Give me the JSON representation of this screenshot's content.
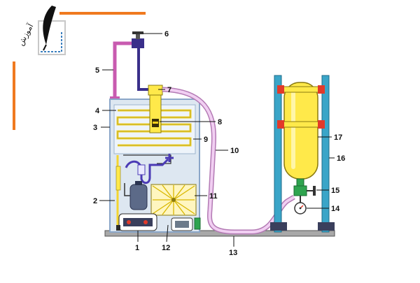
{
  "logo": {
    "text": "آموزش",
    "icon": "quill-pen-icon"
  },
  "colors": {
    "orange": "#f07a1f",
    "pipe_purple": "#c85bb0",
    "pipe_navy": "#3a2f8a",
    "hose_pink": "#e6b7e8",
    "tank_yellow": "#ffe94a",
    "stand_blue": "#3aa5c8",
    "cabinet_fill": "#e5eef6",
    "cabinet_edge": "#8aa6c8",
    "base_gray": "#a8a8a8",
    "flange_red": "#e23a2a",
    "valve_green": "#2fa44f"
  },
  "labels": [
    {
      "id": "1",
      "text": "1"
    },
    {
      "id": "2",
      "text": "2"
    },
    {
      "id": "3",
      "text": "3"
    },
    {
      "id": "4",
      "text": "4"
    },
    {
      "id": "5",
      "text": "5"
    },
    {
      "id": "6",
      "text": "6"
    },
    {
      "id": "7",
      "text": "7"
    },
    {
      "id": "8",
      "text": "8"
    },
    {
      "id": "9",
      "text": "9"
    },
    {
      "id": "10",
      "text": "10"
    },
    {
      "id": "11",
      "text": "11"
    },
    {
      "id": "12",
      "text": "12"
    },
    {
      "id": "13",
      "text": "13"
    },
    {
      "id": "14",
      "text": "14"
    },
    {
      "id": "15",
      "text": "15"
    },
    {
      "id": "16",
      "text": "16"
    },
    {
      "id": "17",
      "text": "17"
    }
  ]
}
